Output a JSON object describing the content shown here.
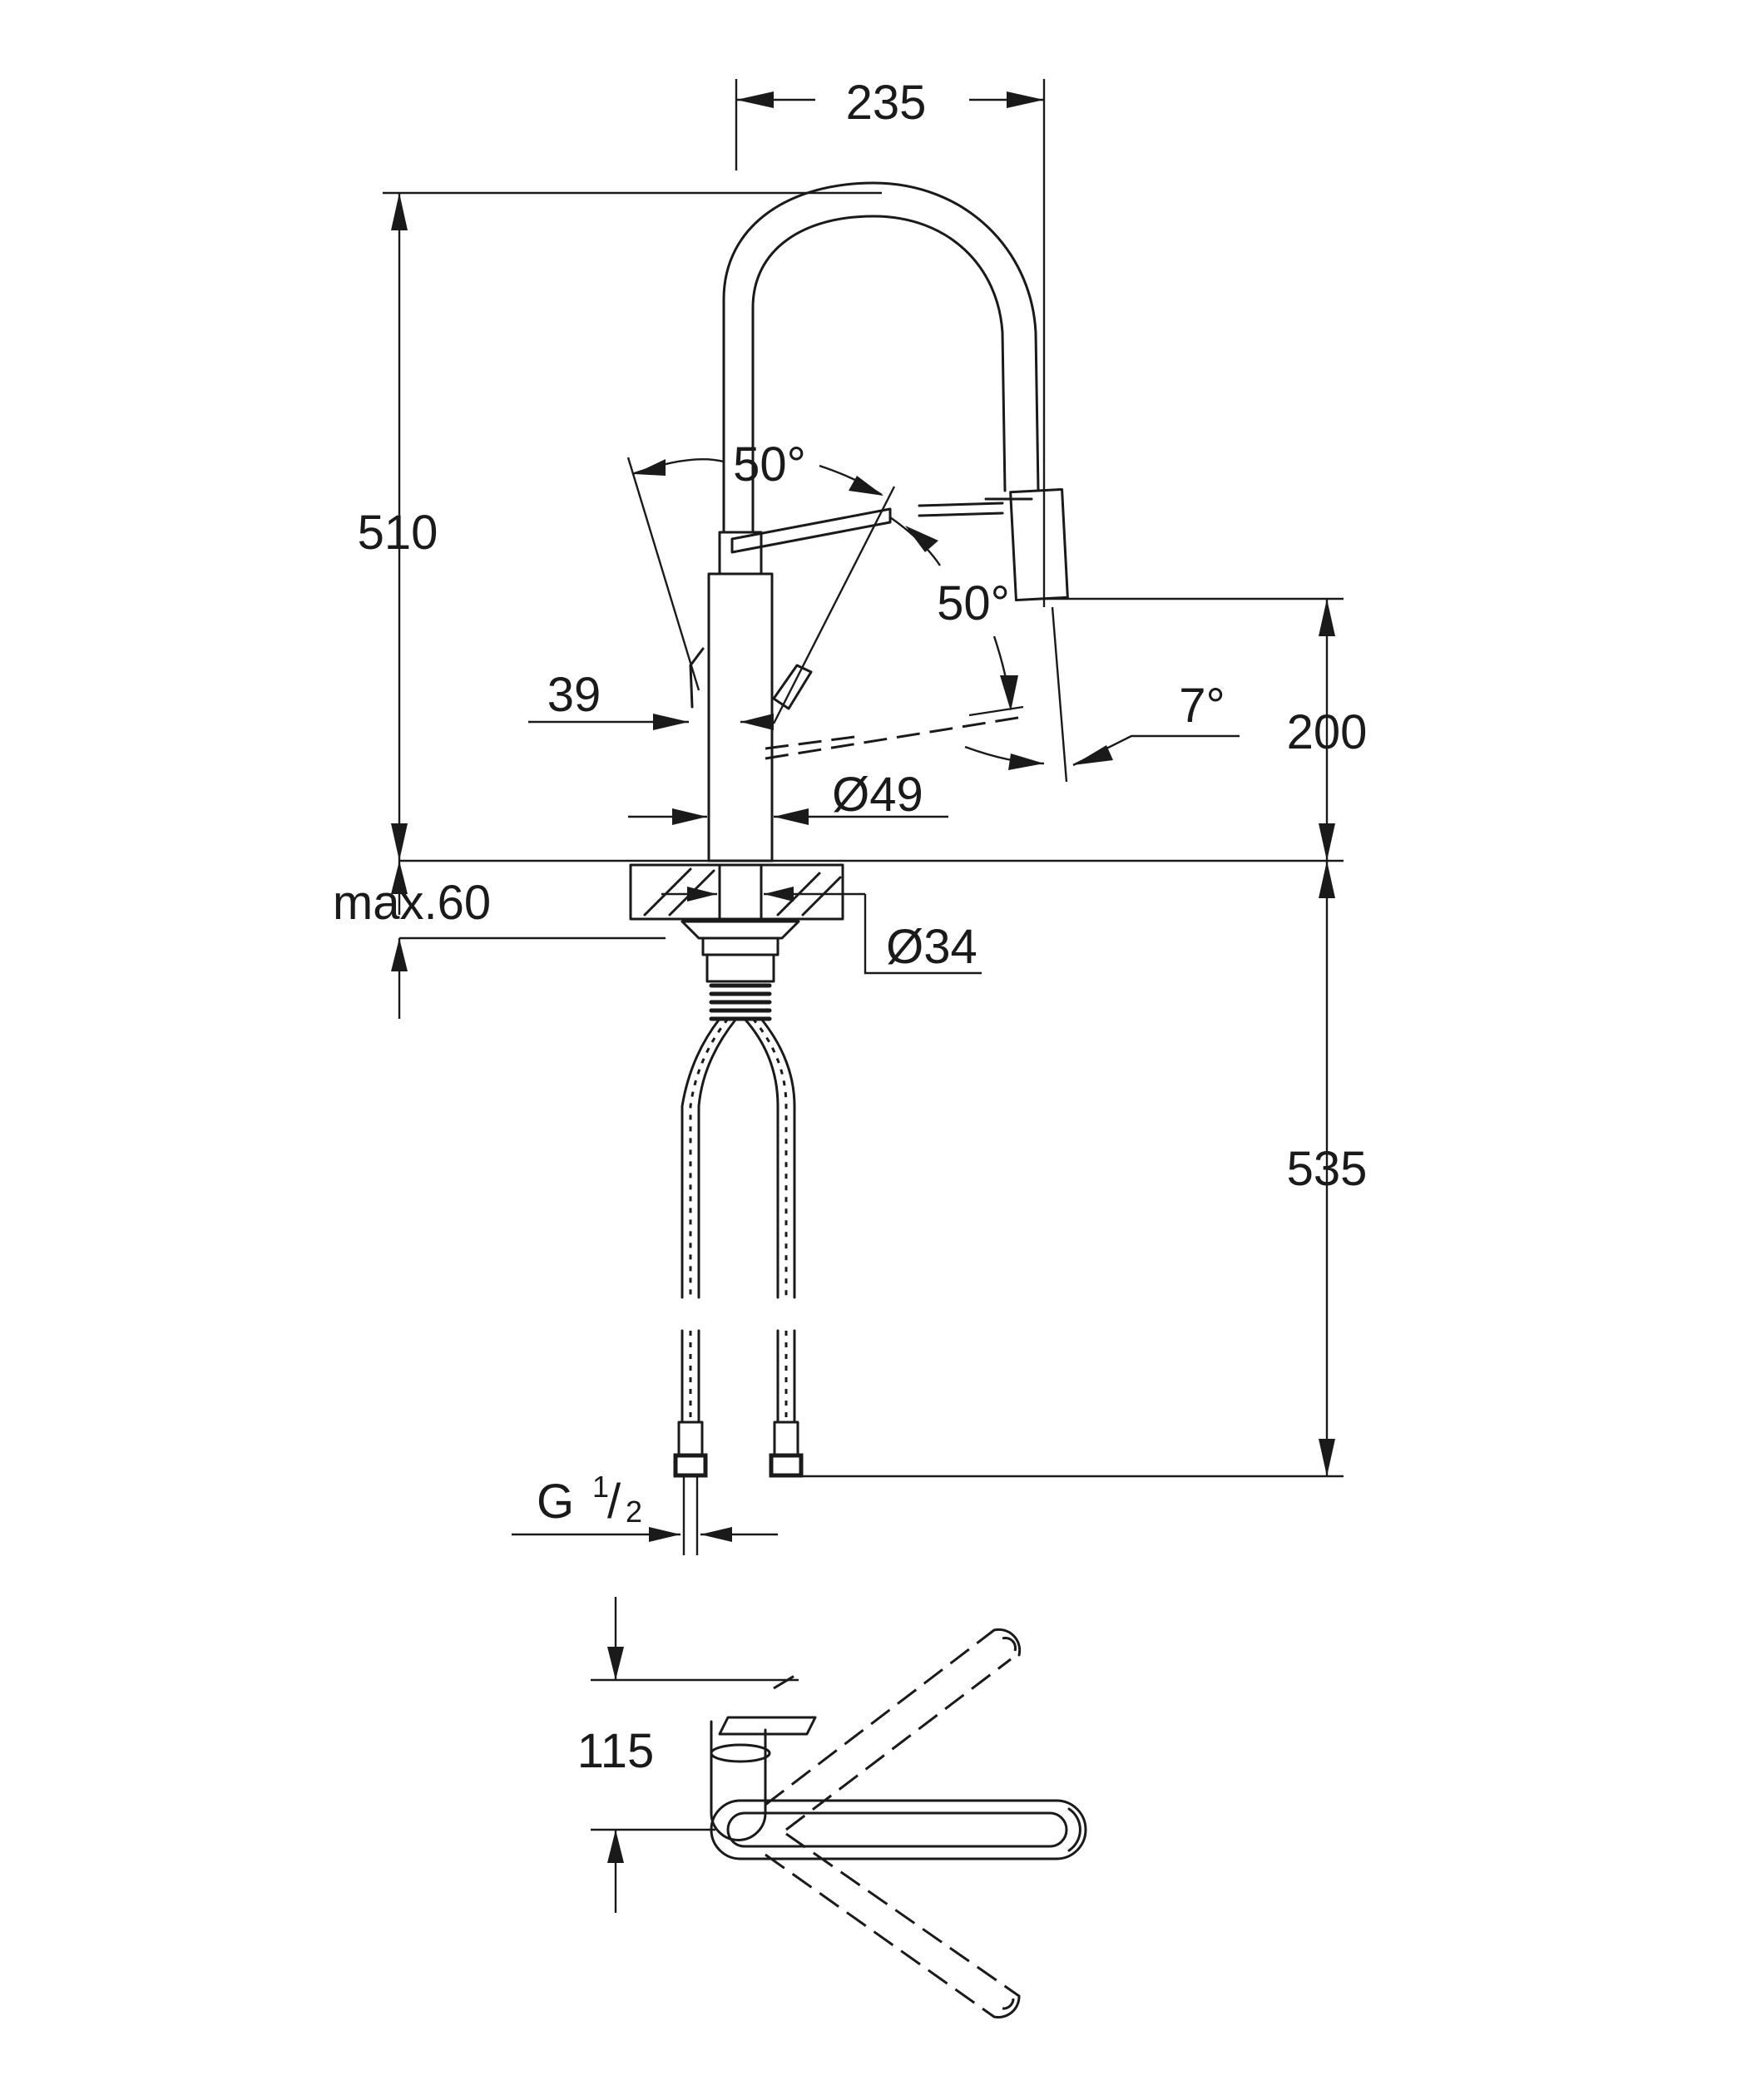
{
  "dimensions": {
    "width_top": "235",
    "height_total": "510",
    "angle_lever": "50°",
    "angle_spray": "50°",
    "lever_offset": "39",
    "spout_height": "200",
    "tilt_angle": "7°",
    "body_diameter": "Ø49",
    "max_thickness": "max.60",
    "mount_diameter": "Ø34",
    "hose_length": "535",
    "connection_prefix": "G",
    "connection_num": "1",
    "connection_slash": "/",
    "connection_den": "2",
    "plan_offset": "115"
  },
  "colors": {
    "ink": "#1a1a1a",
    "paper": "#ffffff"
  }
}
